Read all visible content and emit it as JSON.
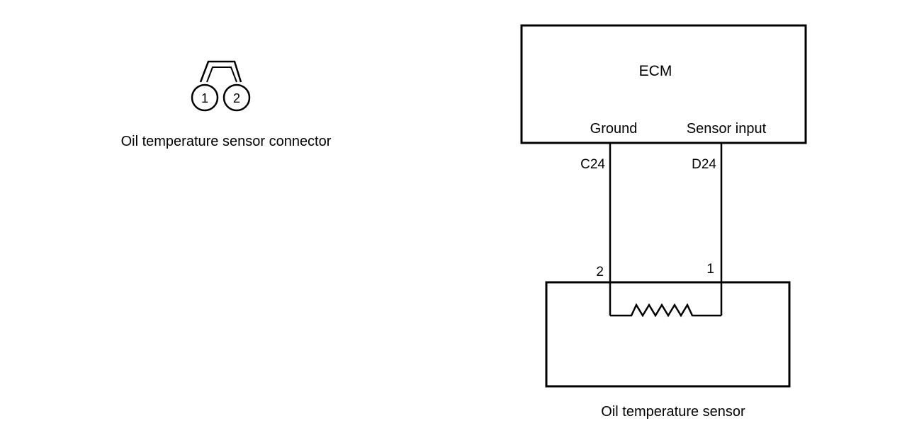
{
  "connector": {
    "caption": "Oil temperature sensor connector",
    "pins": [
      "1",
      "2"
    ]
  },
  "ecm": {
    "label": "ECM",
    "ground_label": "Ground",
    "sensor_input_label": "Sensor input"
  },
  "wires": {
    "ground_ecm_pin": "C24",
    "signal_ecm_pin": "D24",
    "ground_sensor_pin": "2",
    "signal_sensor_pin": "1"
  },
  "sensor": {
    "caption": "Oil temperature sensor"
  }
}
